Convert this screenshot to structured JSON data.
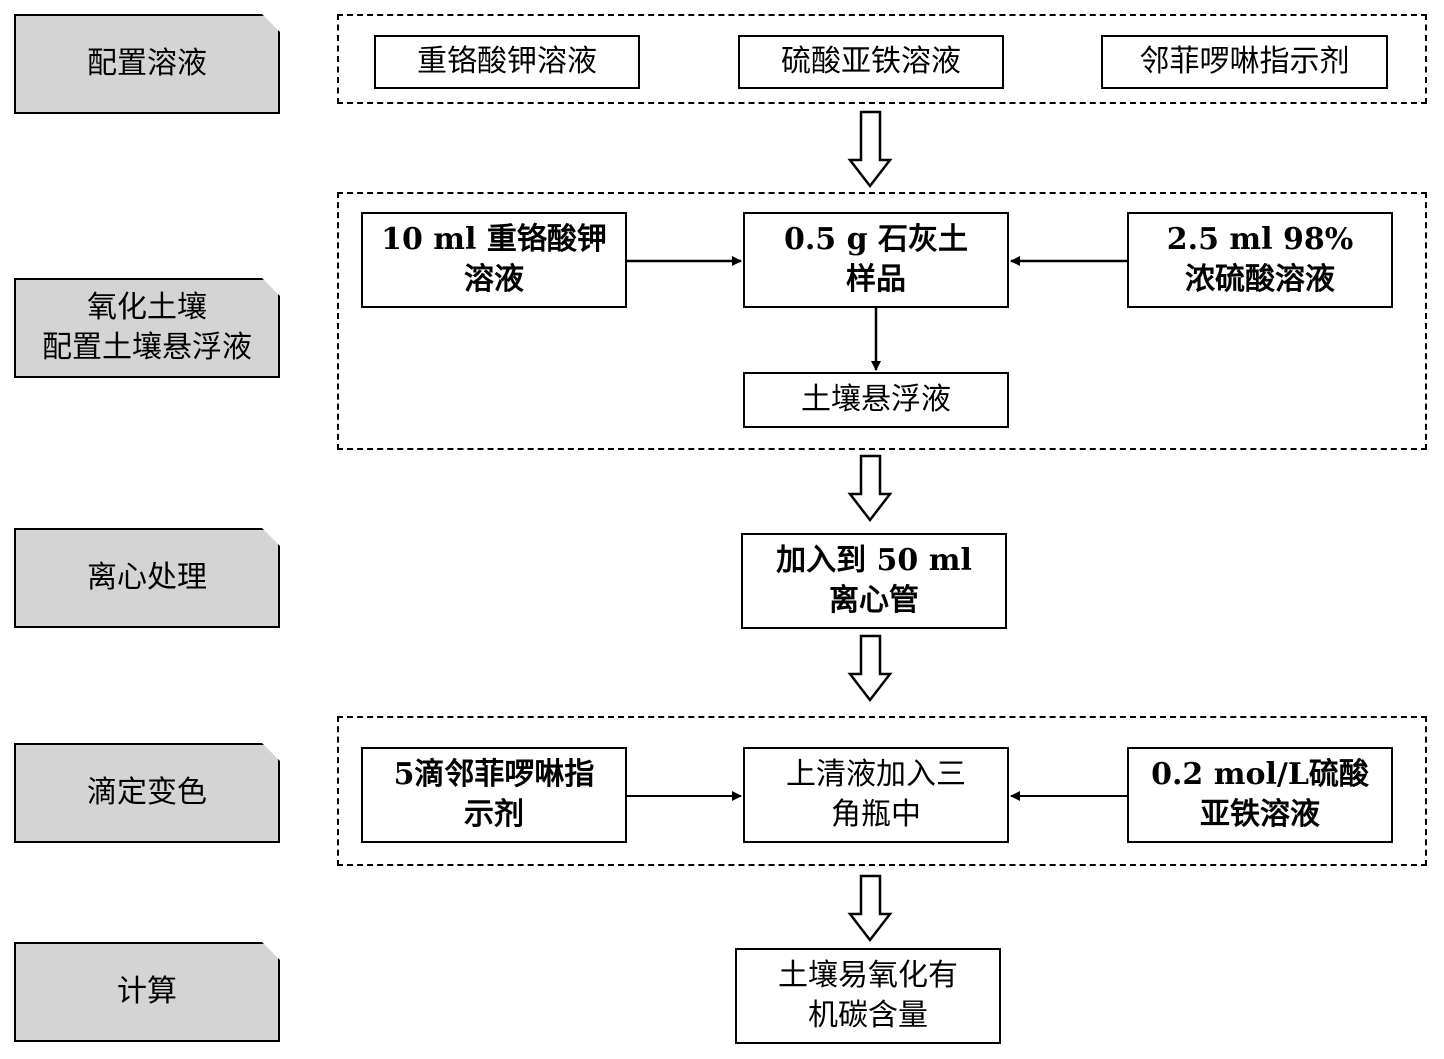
{
  "steps": {
    "s1": "配置溶液",
    "s2": "氧化土壤\n配置土壤悬浮液",
    "s3": "离心处理",
    "s4": "滴定变色",
    "s5": "计算"
  },
  "row1": {
    "a": "重铬酸钾溶液",
    "b": "硫酸亚铁溶液",
    "c": "邻菲啰啉指示剂"
  },
  "row2": {
    "left": "10 ml 重铬酸钾\n溶液",
    "center": "0.5 g 石灰土\n样品",
    "right": "2.5 ml 98%\n浓硫酸溶液",
    "below": "土壤悬浮液"
  },
  "row3": {
    "center": "加入到 50 ml\n离心管"
  },
  "row4": {
    "left": "5滴邻菲啰啉指\n示剂",
    "center": "上清液加入三\n角瓶中",
    "right": "0.2 mol/L硫酸\n亚铁溶液"
  },
  "row5": {
    "center": "土壤易氧化有\n机碳含量"
  }
}
